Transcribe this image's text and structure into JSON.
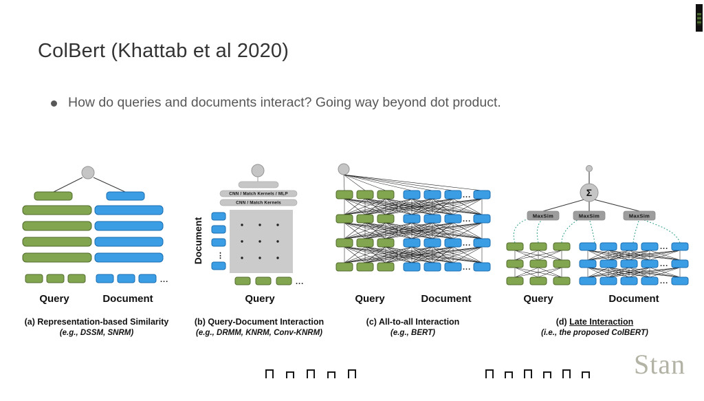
{
  "header": {
    "title": "ColBert (Khattab et al 2020)",
    "bullet": "How do queries and documents interact? Going way beyond dot product."
  },
  "panels": {
    "a": {
      "caption": "(a) Representation-based Similarity",
      "subcaption": "(e.g., DSSM, SNRM)",
      "query_label": "Query",
      "document_label": "Document",
      "ellipsis": "..."
    },
    "b": {
      "caption": "(b) Query-Document Interaction",
      "subcaption": "(e.g., DRMM, KNRM, Conv-KNRM)",
      "query_label": "Query",
      "document_label": "Document",
      "layer1": "CNN / Match Kernels / MLP",
      "layer2": "CNN / Match Kernels",
      "vertical_dots": "⋮",
      "ellipsis": "..."
    },
    "c": {
      "caption": "(c) All-to-all Interaction",
      "subcaption": "(e.g., BERT)",
      "query_label": "Query",
      "document_label": "Document",
      "ellipsis": "..."
    },
    "d": {
      "caption_prefix": "(d) ",
      "caption_underlined": "Late Interaction",
      "subcaption": "(i.e., the proposed ColBERT)",
      "query_label": "Query",
      "document_label": "Document",
      "sum_symbol": "Σ",
      "maxsim_label": "MaxSim",
      "ellipsis": "..."
    }
  },
  "watermark": "Stan",
  "colors": {
    "query_green": "#82a64f",
    "query_green_border": "#50692c",
    "doc_blue": "#3b9ee4",
    "doc_blue_border": "#1a6cb0",
    "node_gray": "#c5c5c5",
    "node_gray_border": "#949494",
    "matrix_gray": "#cbcbcb",
    "maxsim_gray": "#9d9d9d",
    "line_dark": "#1c1c1c",
    "dotted_teal": "#2e9f86",
    "title_color": "#333333",
    "bullet_color": "#575757",
    "caption_color": "#111111",
    "watermark_color": "#b3b3a5"
  }
}
